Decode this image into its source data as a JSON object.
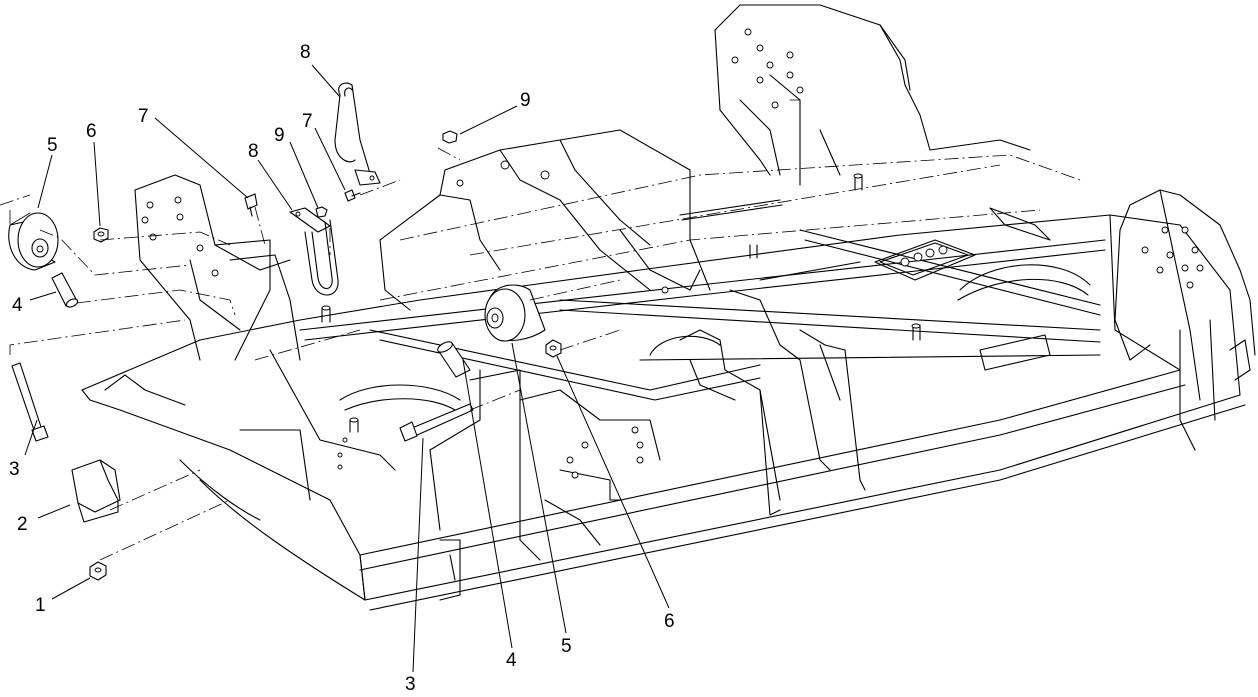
{
  "callouts": [
    {
      "id": "c1",
      "label": "1"
    },
    {
      "id": "c2",
      "label": "2"
    },
    {
      "id": "c3a",
      "label": "3"
    },
    {
      "id": "c4a",
      "label": "4"
    },
    {
      "id": "c5a",
      "label": "5"
    },
    {
      "id": "c6a",
      "label": "6"
    },
    {
      "id": "c7a",
      "label": "7"
    },
    {
      "id": "c8a",
      "label": "8"
    },
    {
      "id": "c9a",
      "label": "9"
    },
    {
      "id": "c7b",
      "label": "7"
    },
    {
      "id": "c8b",
      "label": "8"
    },
    {
      "id": "c9b",
      "label": "9"
    },
    {
      "id": "c3b",
      "label": "3"
    },
    {
      "id": "c4b",
      "label": "4"
    },
    {
      "id": "c5b",
      "label": "5"
    },
    {
      "id": "c6b",
      "label": "6"
    }
  ]
}
